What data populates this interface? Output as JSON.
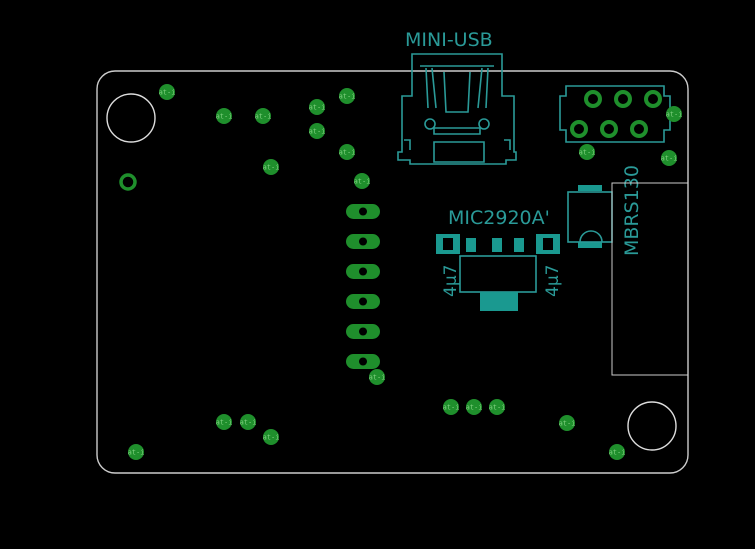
{
  "labels": {
    "usb": "MINI-USB",
    "regulator": "MIC2920A'",
    "cap_left": "4μ7",
    "cap_right": "4μ7",
    "diode": "MBRS130"
  },
  "via_label": "at-i",
  "colors": {
    "background": "#000000",
    "board_outline": "#cccccc",
    "silkscreen": "#2a9a98",
    "copper": "#1f8f2c",
    "pad_teal": "#1a9990"
  }
}
